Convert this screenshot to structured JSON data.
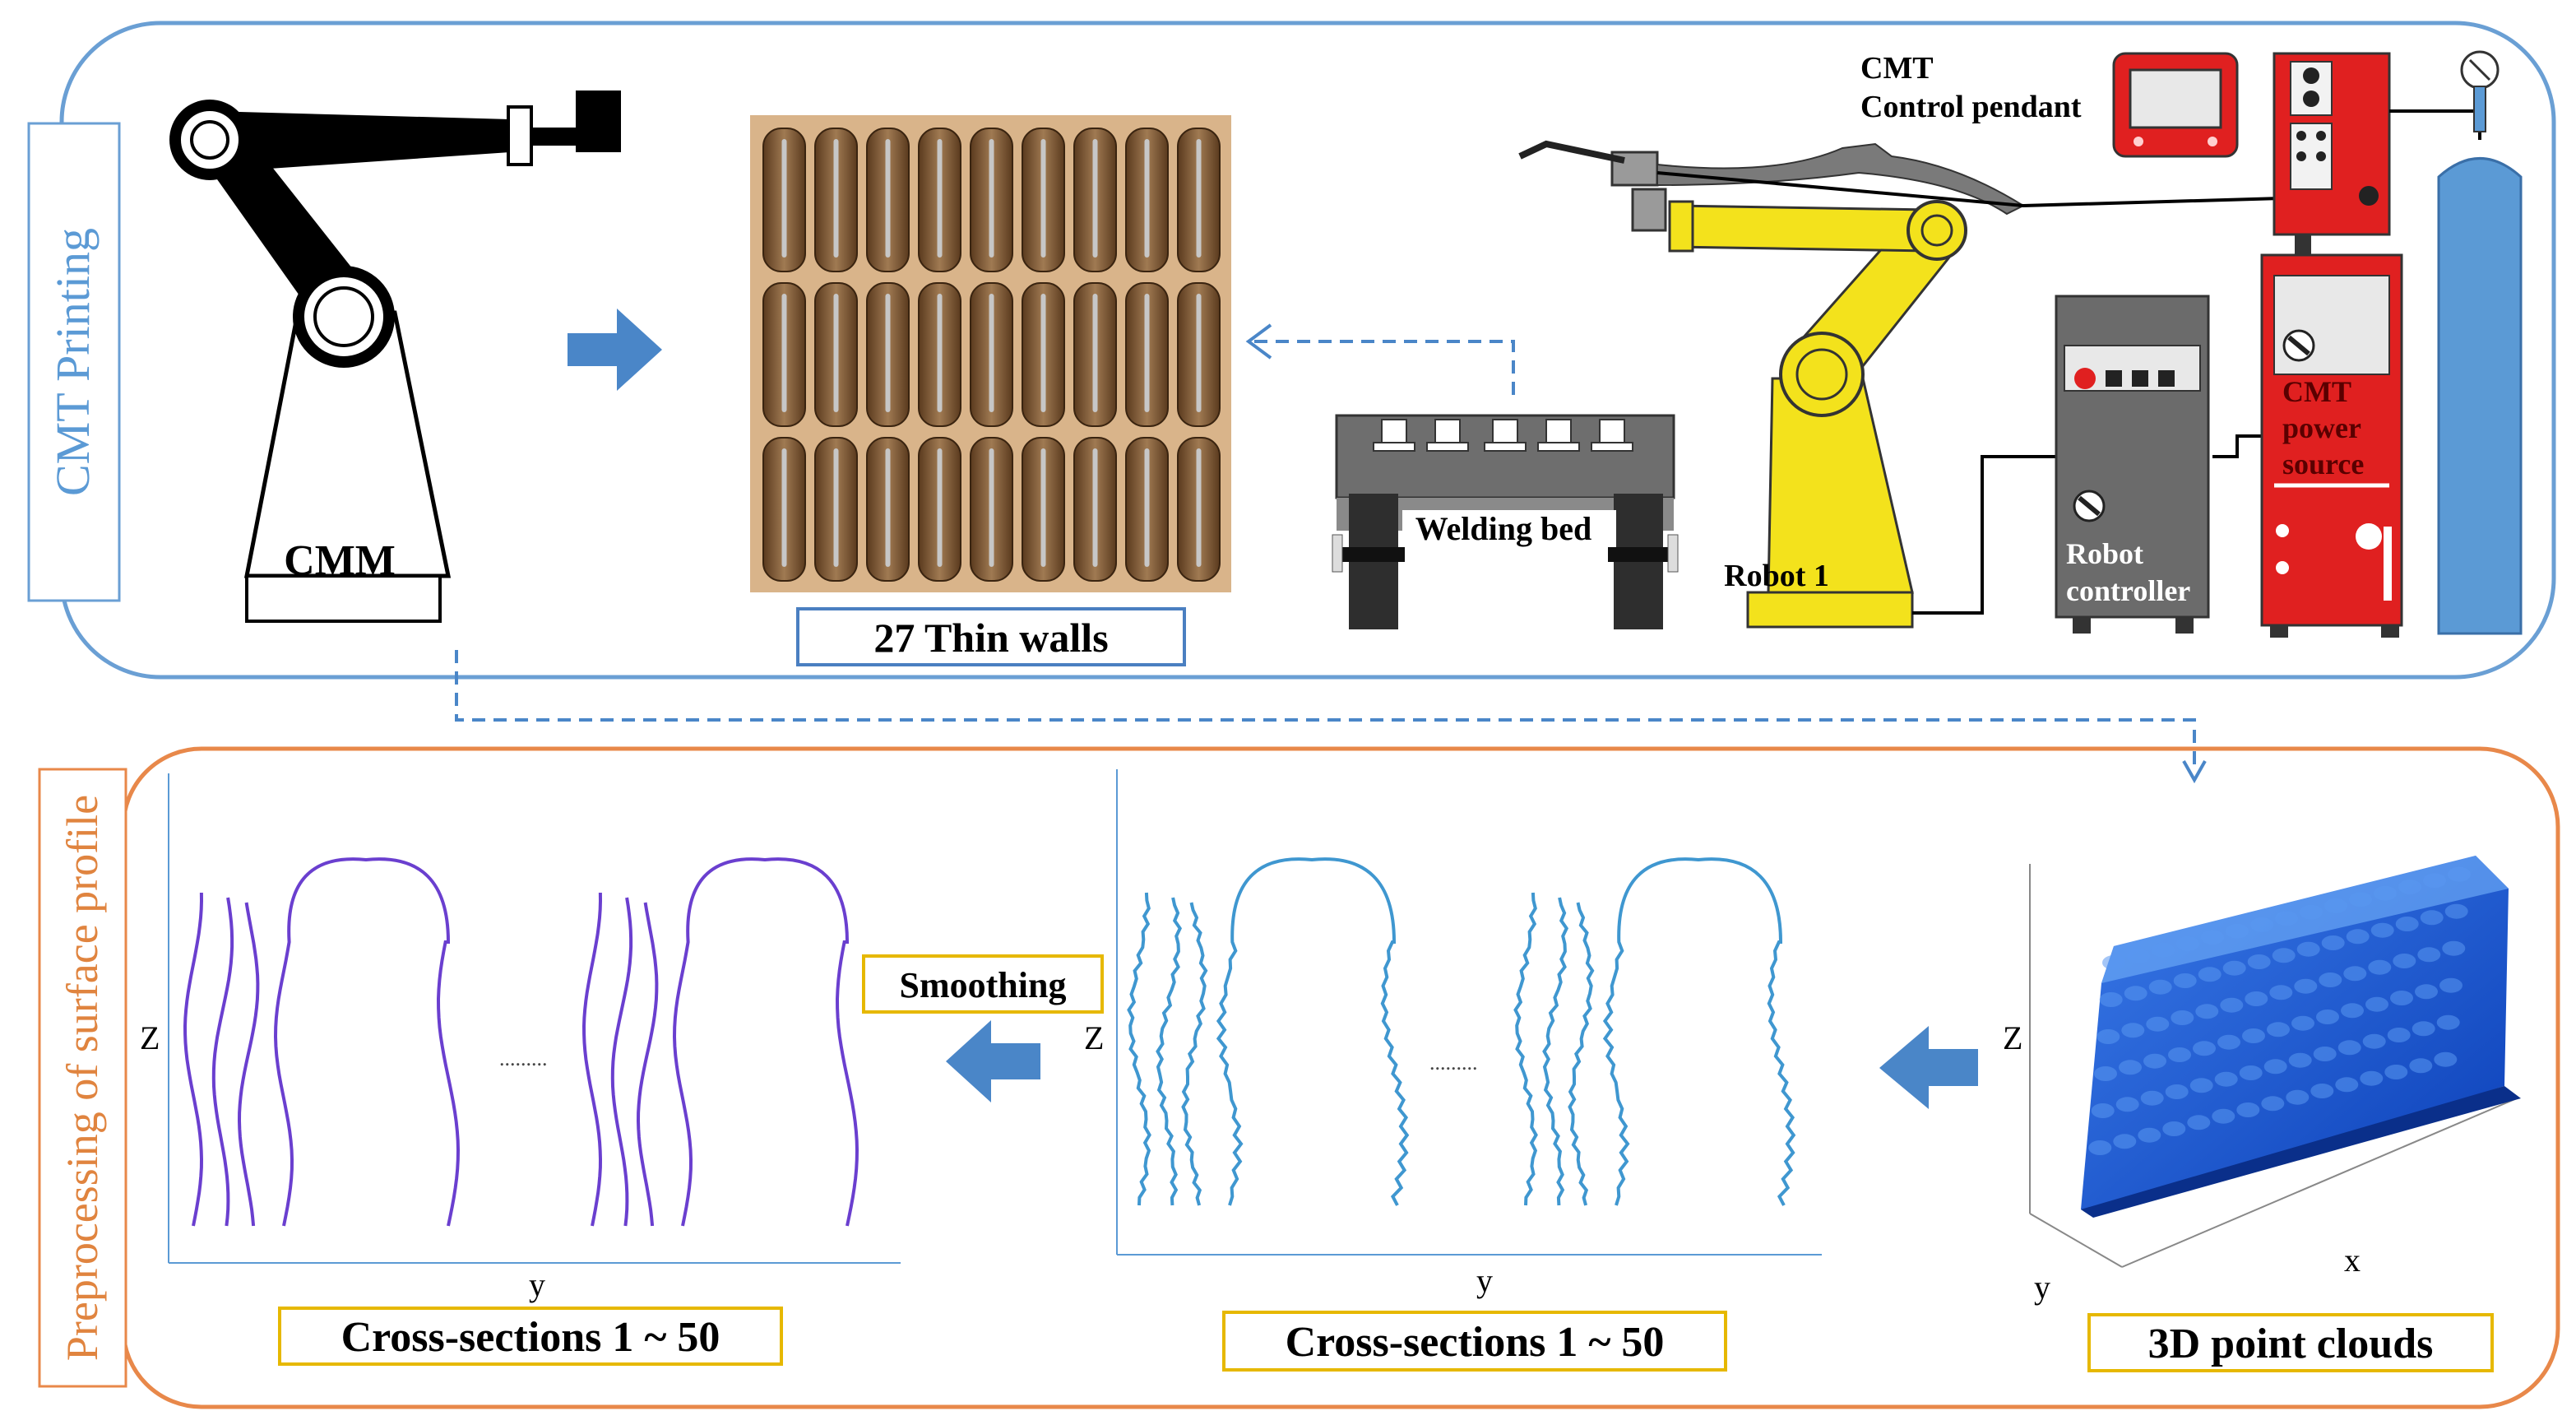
{
  "top_panel": {
    "side_label": "CMT Printing",
    "cmm_label": "CMM",
    "thin_walls_label": "27 Thin walls",
    "welding_bed_label": "Welding bed",
    "robot1_label": "Robot 1",
    "robot_controller_line1": "Robot",
    "robot_controller_line2": "controller",
    "pendant_line1": "CMT",
    "pendant_line2": "Control pendant",
    "power_line1": "CMT",
    "power_line2": "power",
    "power_line3": "source"
  },
  "bottom_panel": {
    "side_label": "Preprocessing of surface profile",
    "smoothing_label": "Smoothing",
    "left_caption": "Cross-sections 1 ~ 50",
    "mid_caption": "Cross-sections 1 ~ 50",
    "right_caption": "3D point clouds",
    "axis_z": "Z",
    "axis_y": "y",
    "axis_x": "x",
    "ellipsis": ".........",
    "axis_z2": "Z",
    "axis_y2": "y",
    "axis_z3": "Z",
    "axis_y3": "y"
  },
  "colors": {
    "top_border": "#6a9fd4",
    "bottom_border": "#e8884a",
    "arrow": "#4a86c8",
    "label_box_top": "#4a7fc1",
    "label_box_bottom": "#e6b800",
    "profile_smooth": "#6a3fcf",
    "profile_raw": "#3f97d0",
    "robot_yellow": "#f3e21c",
    "power_red": "#e02020",
    "gas_blue": "#5b9ad5"
  }
}
